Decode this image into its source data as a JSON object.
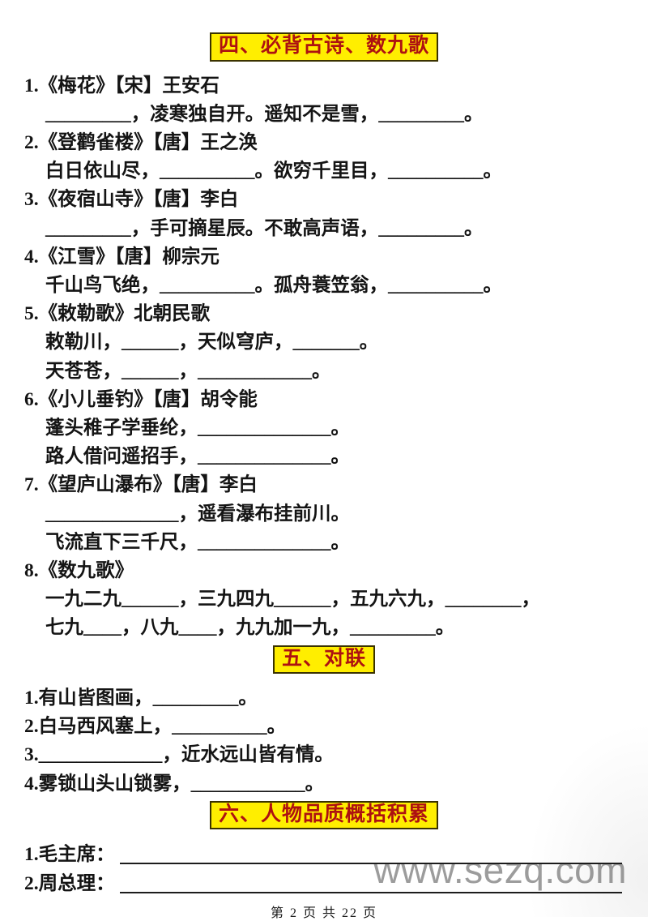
{
  "colors": {
    "title_bg": "#ffee00",
    "title_text": "#ad1111",
    "title_border": "#3a3200",
    "watermark": "#9c9c9c"
  },
  "sections": [
    {
      "title": "四、必背古诗、数九歌",
      "lines": [
        {
          "t": "1.《梅花》【宋】王安石"
        },
        {
          "t": "_________，凌寒独自开。遥知不是雪，_________。",
          "indent": true
        },
        {
          "t": "2.《登鹳雀楼》【唐】王之涣"
        },
        {
          "t": "白日依山尽，__________。欲穷千里目，__________。",
          "indent": true
        },
        {
          "t": "3.《夜宿山寺》【唐】李白"
        },
        {
          "t": "_________，手可摘星辰。不敢高声语，_________。",
          "indent": true
        },
        {
          "t": "4.《江雪》【唐】柳宗元"
        },
        {
          "t": "千山鸟飞绝，__________。孤舟蓑笠翁，__________。",
          "indent": true
        },
        {
          "t": "5.《敕勒歌》北朝民歌"
        },
        {
          "t": "敕勒川，______，天似穹庐，_______。",
          "indent": true
        },
        {
          "t": "天苍苍，______，____________。",
          "indent": true
        },
        {
          "t": "6.《小儿垂钓》【唐】胡令能"
        },
        {
          "t": "蓬头稚子学垂纶，______________。",
          "indent": true
        },
        {
          "t": "路人借问遥招手，______________。",
          "indent": true
        },
        {
          "t": "7.《望庐山瀑布》【唐】李白"
        },
        {
          "t": "______________，遥看瀑布挂前川。",
          "indent": true
        },
        {
          "t": "飞流直下三千尺，______________。",
          "indent": true
        },
        {
          "t": "8.《数九歌》"
        },
        {
          "t": "一九二九______，三九四九______，五九六九，________，",
          "indent": true
        },
        {
          "t": "七九____，八九____，九九加一九，_________。",
          "indent": true
        }
      ]
    },
    {
      "title": "五、对联",
      "lines": [
        {
          "t": "1.有山皆图画，_________。"
        },
        {
          "t": "2.白马西风塞上，__________。"
        },
        {
          "t": "3._____________，近水远山皆有情。"
        },
        {
          "t": "4.雾锁山头山锁雾，____________。"
        }
      ]
    },
    {
      "title": "六、人物品质概括积累",
      "lines": [
        {
          "label": "1.毛主席：",
          "rule": true
        },
        {
          "label": "2.周总理：",
          "rule": true
        }
      ]
    }
  ],
  "footer": {
    "text": "第 2 页 共 22 页"
  },
  "watermark": {
    "text": "www.sezq.com"
  }
}
